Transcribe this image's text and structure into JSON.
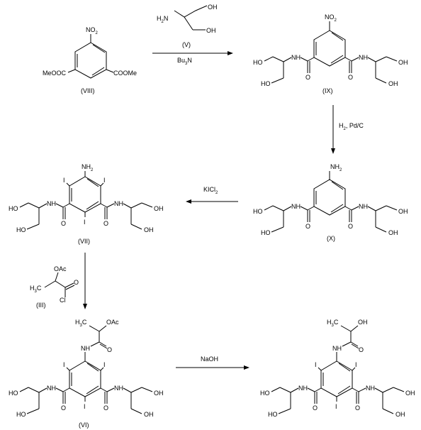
{
  "compounds": {
    "viii": {
      "label": "(VIII)",
      "nitro": "NO",
      "nitro_sub": "2",
      "ester_left": "MeOOC",
      "ester_right": "COOMe"
    },
    "ix": {
      "label": "(IX)",
      "nitro": "NO",
      "nitro_sub": "2"
    },
    "x": {
      "label": "(X)",
      "amine": "NH",
      "amine_sub": "2"
    },
    "vii": {
      "label": "(VII)",
      "amine": "NH",
      "amine_sub": "2",
      "iodine": "I"
    },
    "vi": {
      "label": "(VI)",
      "methyl": "H",
      "methyl_sub": "3",
      "methyl_c": "C",
      "oac": "OAc",
      "iodine": "I"
    },
    "product": {
      "methyl": "H",
      "methyl_sub": "3",
      "methyl_c": "C",
      "hydroxyl": "OH",
      "iodine": "I"
    },
    "serinol_arm": {
      "nh": "NH",
      "oh": "OH",
      "o": "O",
      "ho": "HO"
    }
  },
  "reagents": {
    "serinol": {
      "label": "(V)",
      "h2n": "H",
      "h2n_sub": "2",
      "h2n_n": "N",
      "oh": "OH"
    },
    "bu3n": {
      "text": "Bu",
      "sub": "3",
      "suffix": "N"
    },
    "hydrogenation": {
      "text": "H",
      "sub": "2",
      "suffix": ", Pd/C"
    },
    "iodination": {
      "text": "KICl",
      "sub": "2"
    },
    "acid_chloride": {
      "label": "(III)",
      "oac": "OAc",
      "methyl": "H",
      "methyl_sub": "3",
      "methyl_c": "C",
      "o": "O",
      "cl": "Cl"
    },
    "hydrolysis": {
      "text": "NaOH"
    }
  }
}
